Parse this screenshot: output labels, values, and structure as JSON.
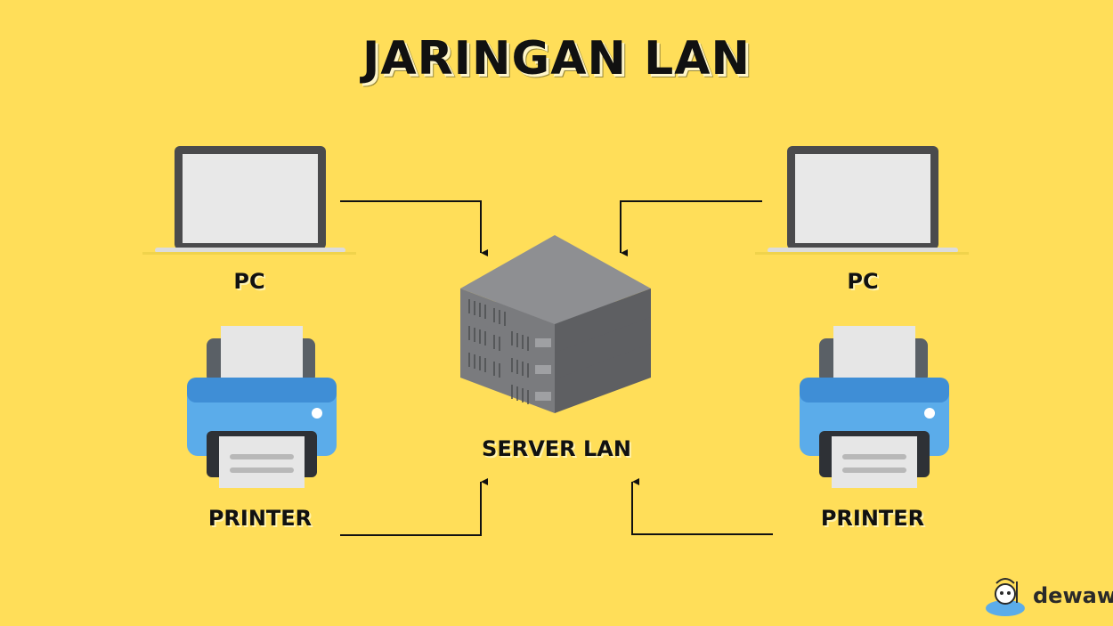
{
  "title": "JARINGAN LAN",
  "nodes": {
    "pc_left": "PC",
    "pc_right": "PC",
    "printer_left": "PRINTER",
    "printer_right": "PRINTER",
    "server": "SERVER LAN"
  },
  "brand": {
    "name": "dewaweb"
  },
  "colors": {
    "background": "#FFDE59",
    "printer_blue": "#5BACEA",
    "server_gray": "#6F7073"
  }
}
